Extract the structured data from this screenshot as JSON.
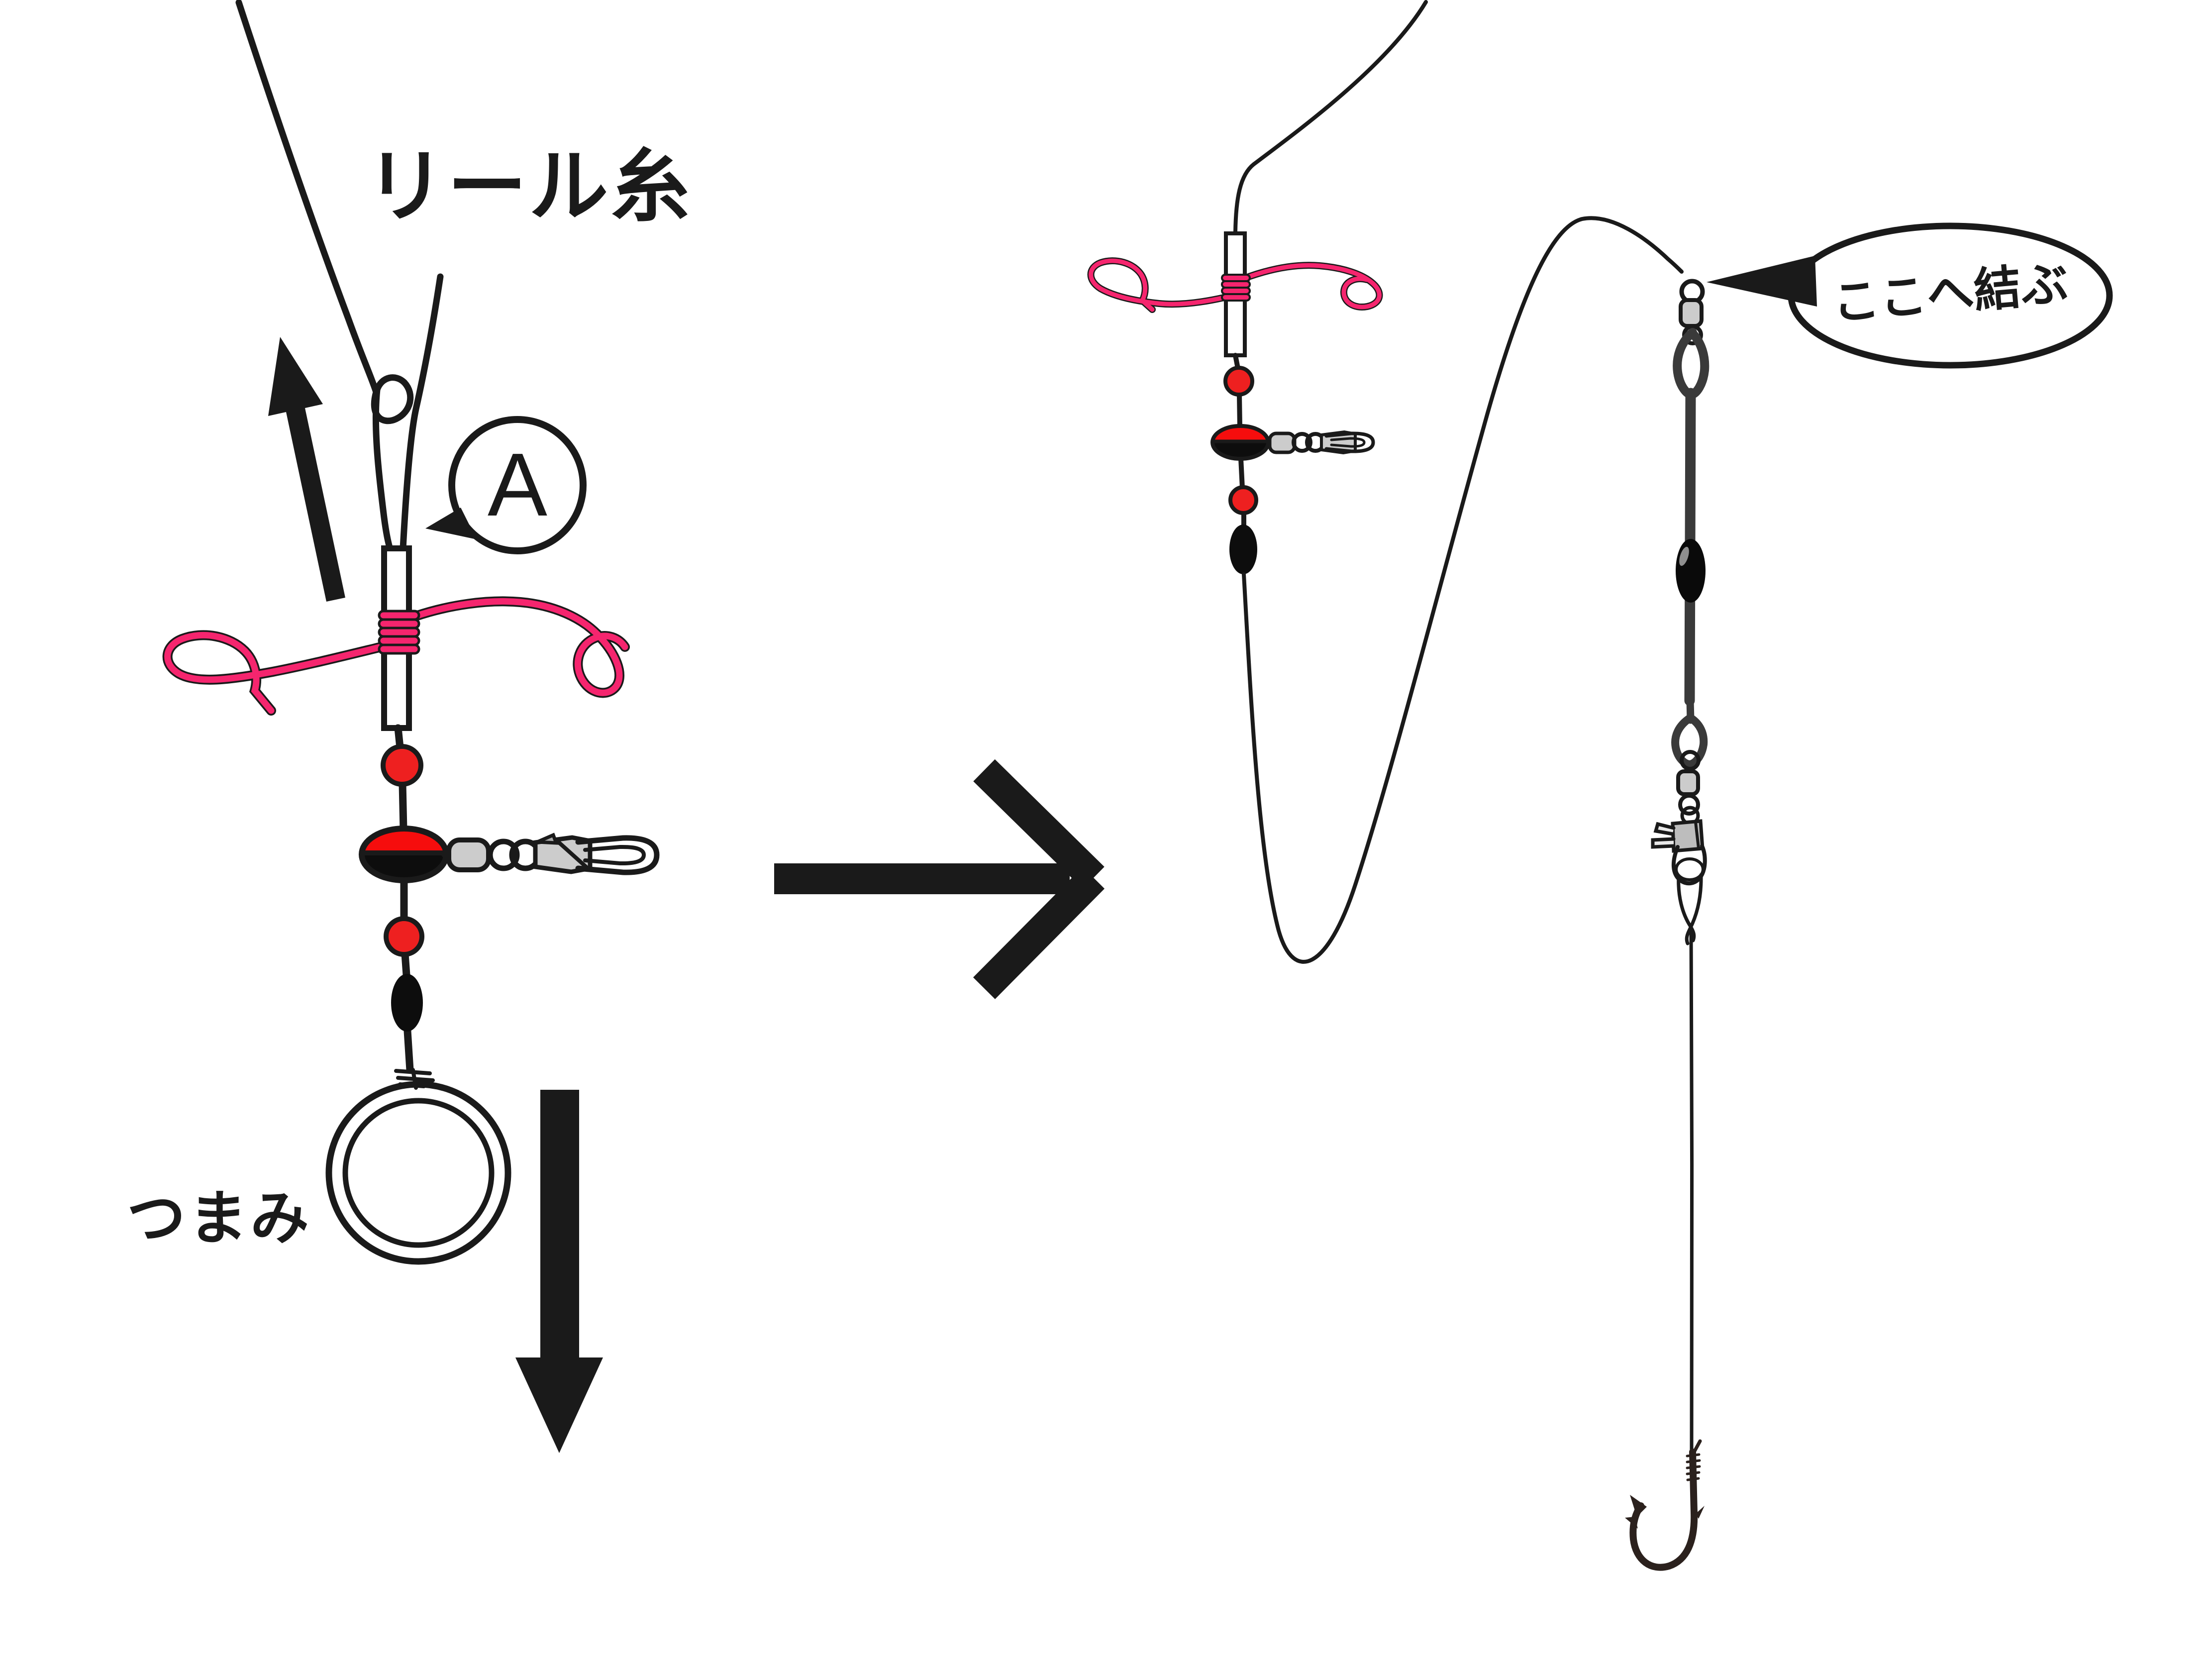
{
  "diagram": {
    "title_context": "fishing-rig-tying-instruction",
    "labels": {
      "reel_line": "リール糸",
      "knob": "つまみ",
      "tie_here": "ここへ結ぶ",
      "point_a": "A"
    },
    "colors": {
      "ink": "#1a1a1a",
      "thread_pink": "#f5256e",
      "bead_red": "#ee2020",
      "float_red": "#f60d0d",
      "leader_dark": "#3a3a3a",
      "metal_grey": "#cccccc",
      "hook_dark": "#2b211d",
      "background": "#ffffff"
    }
  }
}
